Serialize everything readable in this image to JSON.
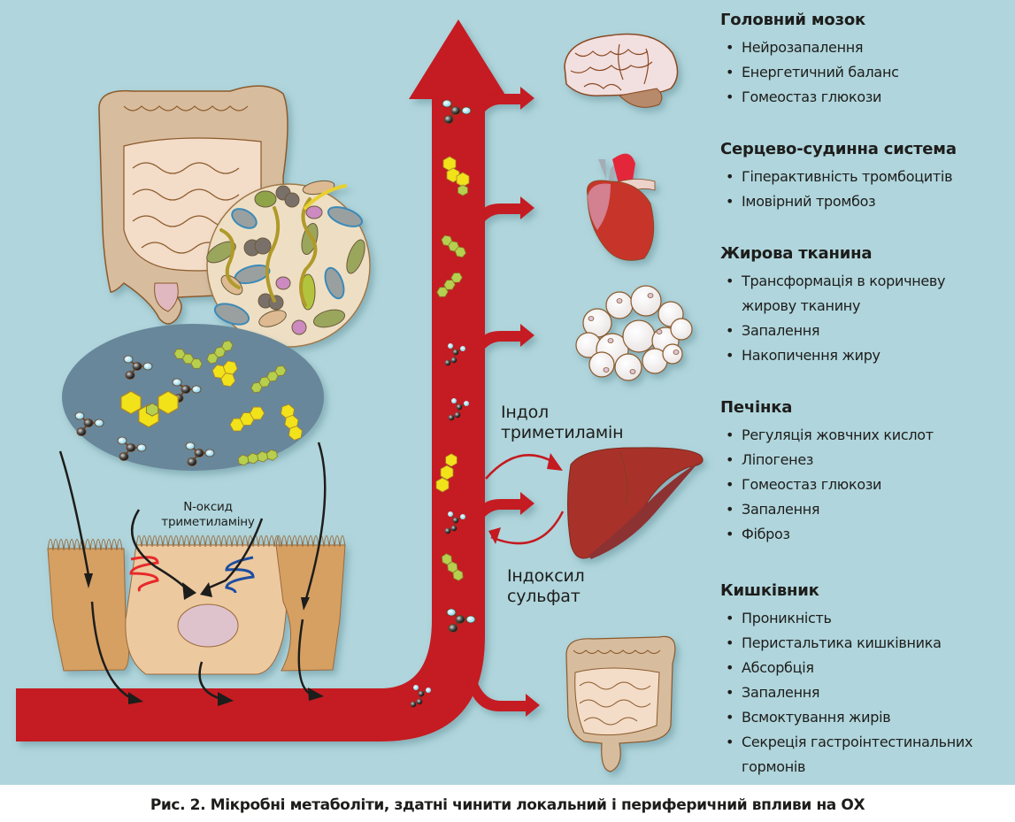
{
  "colors": {
    "background": "#b0d5dc",
    "blood_vessel": "#c41a20",
    "text": "#1d1d1b",
    "liver": "#a8302a",
    "heart": "#c7362a",
    "intestine": "#e8c9a8",
    "microbe_disc": "#eedfc4",
    "metabolite_ellipse": "#67879a",
    "receptor_red": "#e62a2a",
    "receptor_blue": "#1d4ea0"
  },
  "organs": [
    {
      "id": "brain",
      "title": "Головний мозок",
      "icon": "brain-icon",
      "items": [
        "Нейрозапалення",
        "Енергетичний баланс",
        "Гомеостаз глюкози"
      ]
    },
    {
      "id": "cardio",
      "title": "Серцево-судинна система",
      "icon": "heart-icon",
      "items": [
        "Гіперактивність тромбоцитів",
        "Імовірний тромбоз"
      ]
    },
    {
      "id": "adipose",
      "title": "Жирова тканина",
      "icon": "adipose-tissue-icon",
      "items": [
        "Трансформація в коричневу жирову тканину",
        "Запалення",
        "Накопичення жиру"
      ]
    },
    {
      "id": "liver",
      "title": "Печінка",
      "icon": "liver-icon",
      "items": [
        "Регуляція жовчних кислот",
        "Ліпогенез",
        "Гомеостаз глюкози",
        "Запалення",
        "Фіброз"
      ]
    },
    {
      "id": "gut",
      "title": "Кишківник",
      "icon": "intestine-icon",
      "items": [
        "Проникність",
        "Перистальтика кишківника",
        "Абсорбція",
        "Запалення",
        "Всмоктування жирів",
        "Секреція гастроінтестинальних гормонів"
      ]
    }
  ],
  "labels": {
    "indole_tma": [
      "Індол",
      "триметиламін"
    ],
    "indoxyl_sulfate": [
      "Індоксил",
      "сульфат"
    ],
    "tmao": [
      "N-оксид",
      "триметиламіну"
    ]
  },
  "caption": "Рис. 2. Мікробні метаболіти, здатні чинити локальний і периферичний впливи на ОХ"
}
